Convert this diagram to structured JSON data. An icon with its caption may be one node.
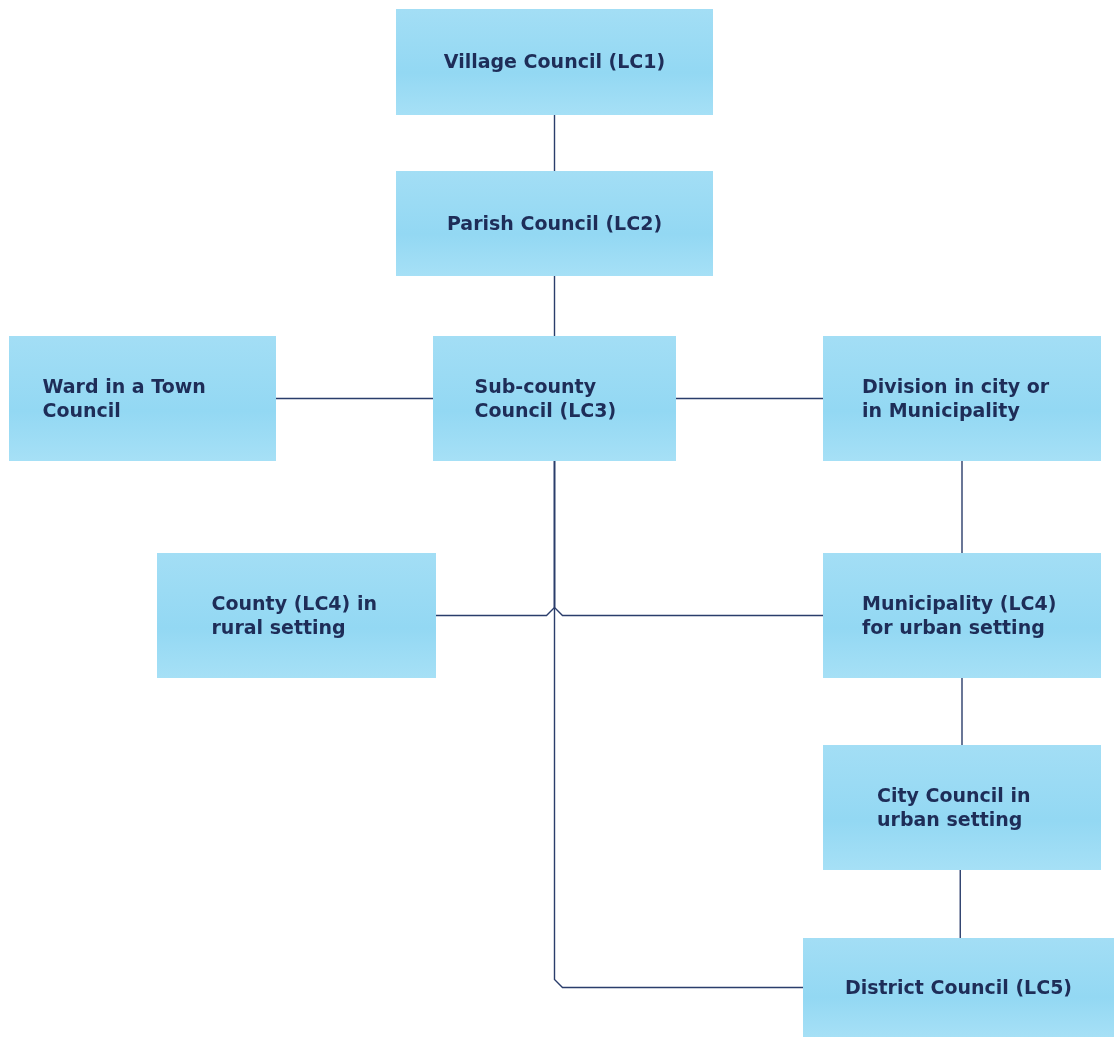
{
  "diagram": {
    "nodes": [
      {
        "text": [
          "Village Council (LC1)"
        ]
      },
      {
        "text": [
          "Parish Council (LC2)"
        ]
      },
      {
        "text": [
          "Ward in a Town Council"
        ]
      },
      {
        "text": [
          "Sub-county Council (LC3)"
        ]
      },
      {
        "text": [
          "Division in city or in Municipality"
        ]
      },
      {
        "text": [
          "County (LC4) in rural setting"
        ]
      },
      {
        "text": [
          "Municipality (LC4) for urban setting"
        ]
      },
      {
        "text": [
          "City Council in urban setting"
        ]
      },
      {
        "text": [
          "District Council (LC5)"
        ]
      }
    ],
    "edges": [
      {
        "from": 0,
        "to": 1,
        "arrow": "none"
      },
      {
        "from": 1,
        "to": 3,
        "arrow": "none"
      },
      {
        "from": 2,
        "to": 3,
        "arrow": "none"
      },
      {
        "from": 3,
        "to": 4,
        "arrow": "none"
      },
      {
        "from": 4,
        "to": 6,
        "arrow": "none"
      },
      {
        "from": 3,
        "to": 5,
        "arrow": "none"
      },
      {
        "from": 3,
        "to": 6,
        "arrow": "none"
      },
      {
        "from": 6,
        "to": 7,
        "arrow": "none"
      },
      {
        "from": 7,
        "to": 8,
        "arrow": "none"
      },
      {
        "from": 3,
        "to": 8,
        "arrow": "none"
      }
    ]
  }
}
